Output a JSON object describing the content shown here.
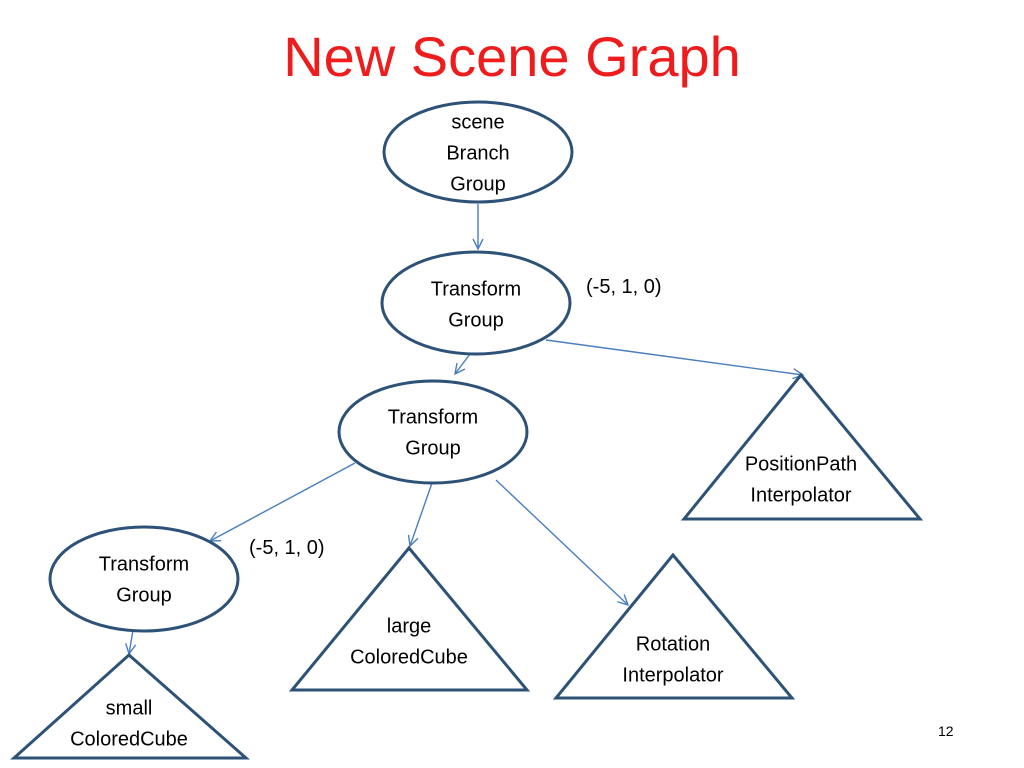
{
  "title": "New Scene Graph",
  "page_number": "12",
  "colors": {
    "title": "#ee1c1c",
    "node_stroke": "#2e5277",
    "edge": "#4a7ebf",
    "text": "#000000"
  },
  "nodes": {
    "scene_branch_group": {
      "shape": "ellipse",
      "lines": [
        "scene",
        "Branch",
        "Group"
      ]
    },
    "transform_group_top": {
      "shape": "ellipse",
      "lines": [
        "Transform",
        "Group"
      ]
    },
    "transform_group_mid": {
      "shape": "ellipse",
      "lines": [
        "Transform",
        "Group"
      ]
    },
    "transform_group_left": {
      "shape": "ellipse",
      "lines": [
        "Transform",
        "Group"
      ]
    },
    "position_path_interpolator": {
      "shape": "triangle",
      "lines": [
        "PositionPath",
        "Interpolator"
      ]
    },
    "large_colored_cube": {
      "shape": "triangle",
      "lines": [
        "large",
        "ColoredCube"
      ]
    },
    "rotation_interpolator": {
      "shape": "triangle",
      "lines": [
        "Rotation",
        "Interpolator"
      ]
    },
    "small_colored_cube": {
      "shape": "triangle",
      "lines": [
        "small",
        "ColoredCube"
      ]
    }
  },
  "edges": [
    {
      "from": "scene_branch_group",
      "to": "transform_group_top"
    },
    {
      "from": "transform_group_top",
      "to": "transform_group_mid"
    },
    {
      "from": "transform_group_top",
      "to": "position_path_interpolator"
    },
    {
      "from": "transform_group_mid",
      "to": "transform_group_left"
    },
    {
      "from": "transform_group_mid",
      "to": "large_colored_cube"
    },
    {
      "from": "transform_group_mid",
      "to": "rotation_interpolator"
    },
    {
      "from": "transform_group_left",
      "to": "small_colored_cube"
    }
  ],
  "annotations": {
    "top_translation": "(-5, 1, 0)",
    "left_translation": "(-5, 1, 0)"
  }
}
